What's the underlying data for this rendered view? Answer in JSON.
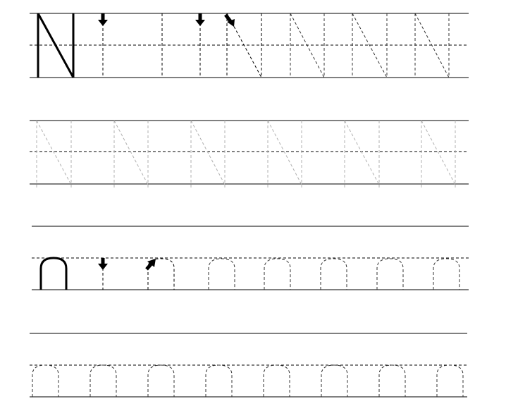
{
  "worksheet": {
    "uppercase_letter": "N",
    "lowercase_letter": "n",
    "colors": {
      "guide_line": "#000000",
      "dashed_line": "#000000",
      "trace_dark": "#333333",
      "trace_light": "#b0b0b0",
      "model_letter": "#000000",
      "arrow": "#000000"
    },
    "rows": [
      {
        "case": "upper",
        "style": "model-with-stroke-arrows",
        "glyph_count": 7
      },
      {
        "case": "upper",
        "style": "trace-light",
        "glyph_count": 6
      },
      {
        "case": "lower",
        "style": "model-with-stroke-arrows",
        "glyph_count": 7
      },
      {
        "case": "lower",
        "style": "trace",
        "glyph_count": 8
      }
    ]
  }
}
